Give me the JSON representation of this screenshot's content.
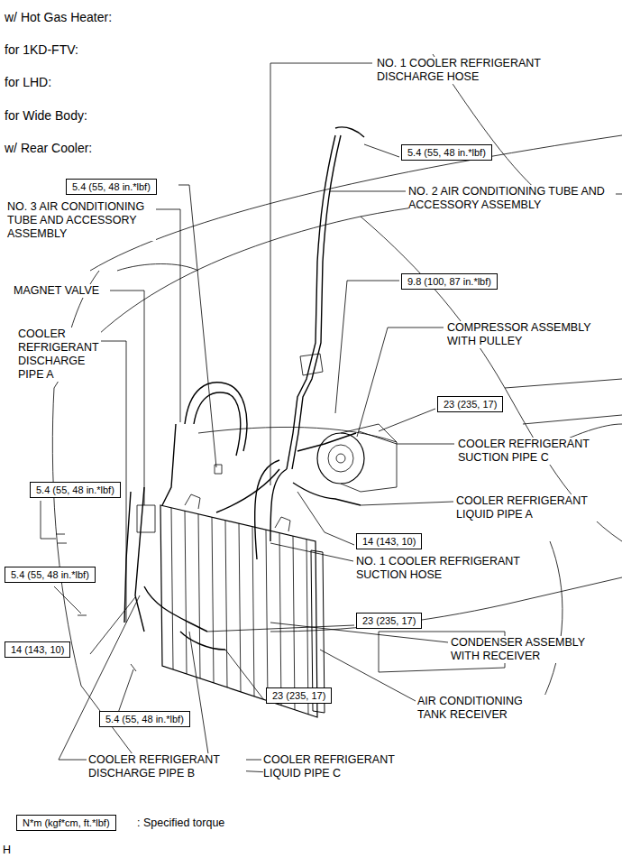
{
  "diagram": {
    "nodes": [
      {
        "text": [
          "5.4 (55, 48 in.*lbf)"
        ]
      },
      {
        "text": [
          "5.4 (55, 48 in.*lbf)"
        ]
      },
      {
        "text": [
          "9.8 (100, 87 in.*lbf)"
        ]
      },
      {
        "text": [
          "23 (235, 17)"
        ]
      },
      {
        "text": [
          "5.4 (55, 48 in.*lbf)"
        ]
      },
      {
        "text": [
          "14 (143, 10)"
        ]
      },
      {
        "text": [
          "5.4 (55, 48 in.*lbf)"
        ]
      },
      {
        "text": [
          "23 (235, 17)"
        ]
      },
      {
        "text": [
          "14 (143, 10)"
        ]
      },
      {
        "text": [
          "23 (235, 17)"
        ]
      },
      {
        "text": [
          "5.4 (55, 48 in.*lbf)"
        ]
      },
      {
        "text": [
          "N*m (kgf*cm, ft.*lbf)"
        ]
      }
    ],
    "edges": [],
    "labels": [
      "w/ Hot Gas Heater:",
      "for 1KD-FTV:",
      "for LHD:",
      "for Wide Body:",
      "w/ Rear Cooler:",
      "NO. 1 COOLER REFRIGERANT DISCHARGE HOSE",
      "NO. 2 AIR CONDITIONING TUBE AND ACCESSORY ASSEMBLY",
      "NO. 3 AIR CONDITIONING TUBE AND ACCESSORY ASSEMBLY",
      "MAGNET VALVE",
      "COOLER REFRIGERANT DISCHARGE PIPE A",
      "COMPRESSOR ASSEMBLY WITH PULLEY",
      "COOLER REFRIGERANT SUCTION PIPE C",
      "COOLER REFRIGERANT LIQUID PIPE A",
      "NO. 1 COOLER REFRIGERANT SUCTION HOSE",
      "CONDENSER ASSEMBLY WITH RECEIVER",
      "AIR CONDITIONING TANK RECEIVER",
      "COOLER REFRIGERANT DISCHARGE PIPE B",
      "COOLER REFRIGERANT LIQUID PIPE C",
      ": Specified torque",
      "H"
    ]
  }
}
